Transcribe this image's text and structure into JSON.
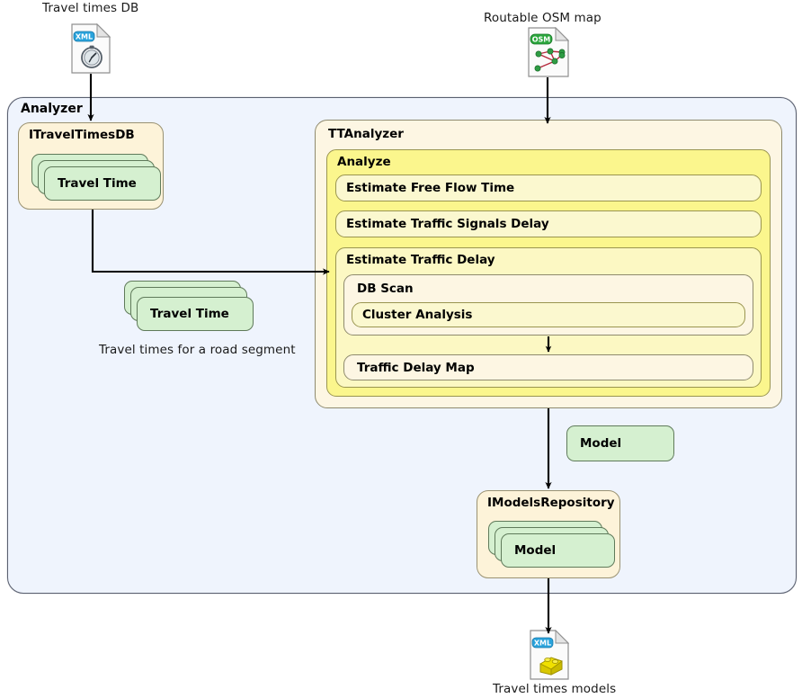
{
  "diagram": {
    "title_nodes": {
      "travel_times_db_caption": "Travel times DB",
      "routable_osm_caption": "Routable OSM map",
      "travel_times_segment_caption": "Travel times for a road segment",
      "travel_times_models_caption": "Travel times models"
    },
    "boundary": {
      "label": "Analyzer"
    },
    "interfaces": [
      {
        "id": "itraveltimesdb",
        "label": "ITravelTimesDB",
        "stack_label": "Travel Time",
        "stack_count": 3
      },
      {
        "id": "imodelsrepository",
        "label": "IModelsRepository",
        "stack_label": "Model",
        "stack_count": 3
      }
    ],
    "component": {
      "label": "TTAnalyzer",
      "activity": {
        "label": "Analyze",
        "steps": [
          {
            "label": "Estimate Free Flow Time",
            "type": "leaf"
          },
          {
            "label": "Estimate Traffic Signals Delay",
            "type": "leaf"
          },
          {
            "label": "Estimate Traffic Delay",
            "type": "group",
            "children": [
              {
                "label": "DB Scan",
                "type": "group",
                "children": [
                  {
                    "label": "Cluster Analysis",
                    "type": "leaf"
                  }
                ]
              },
              {
                "label": "Traffic Delay Map",
                "type": "leaf"
              }
            ]
          }
        ]
      }
    },
    "free_artifacts": [
      {
        "id": "travel-time-segment-stack",
        "label": "Travel Time",
        "stack_count": 3
      },
      {
        "id": "model-artifact",
        "label": "Model",
        "stack_count": 1
      }
    ],
    "icons": [
      {
        "id": "xml-stopwatch-icon",
        "badge": "XML",
        "glyph": "stopwatch"
      },
      {
        "id": "osm-graph-icon",
        "badge": "OSM",
        "glyph": "node-graph"
      },
      {
        "id": "xml-brick-icon",
        "badge": "XML",
        "glyph": "yellow-brick"
      }
    ],
    "colors": {
      "boundary_fill": "#eff4fd",
      "boundary_stroke": "#5a6070",
      "interface_fill": "#fdf3d9",
      "interface_stroke": "#9a9272",
      "component_fill": "#fdf6e3",
      "activity_fill": "#fbf68d",
      "subactivity_fill": "#fcf8c3",
      "artifact_fill": "#d5f0d0",
      "artifact_stroke": "#5f7a5a",
      "edge": "#000000",
      "xml_badge": "#29a3dc",
      "osm_badge": "#2aa63c"
    }
  }
}
